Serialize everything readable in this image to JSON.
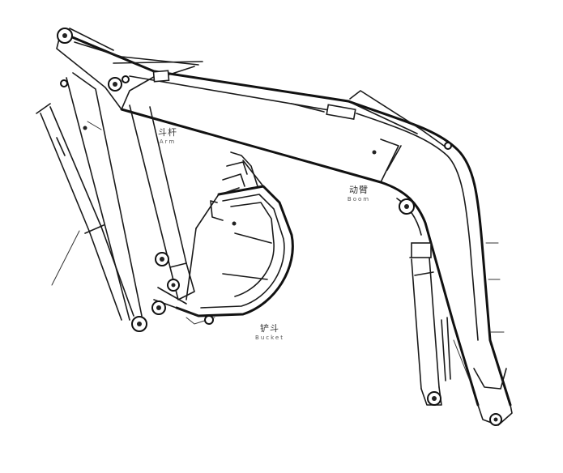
{
  "labels": {
    "arm": {
      "zh": "斗杆",
      "en": "Arm"
    },
    "boom": {
      "zh": "动臂",
      "en": "Boom"
    },
    "bucket": {
      "zh": "铲斗",
      "en": "Bucket"
    }
  },
  "colors": {
    "line": "#1a1a1a",
    "background": "#ffffff"
  }
}
